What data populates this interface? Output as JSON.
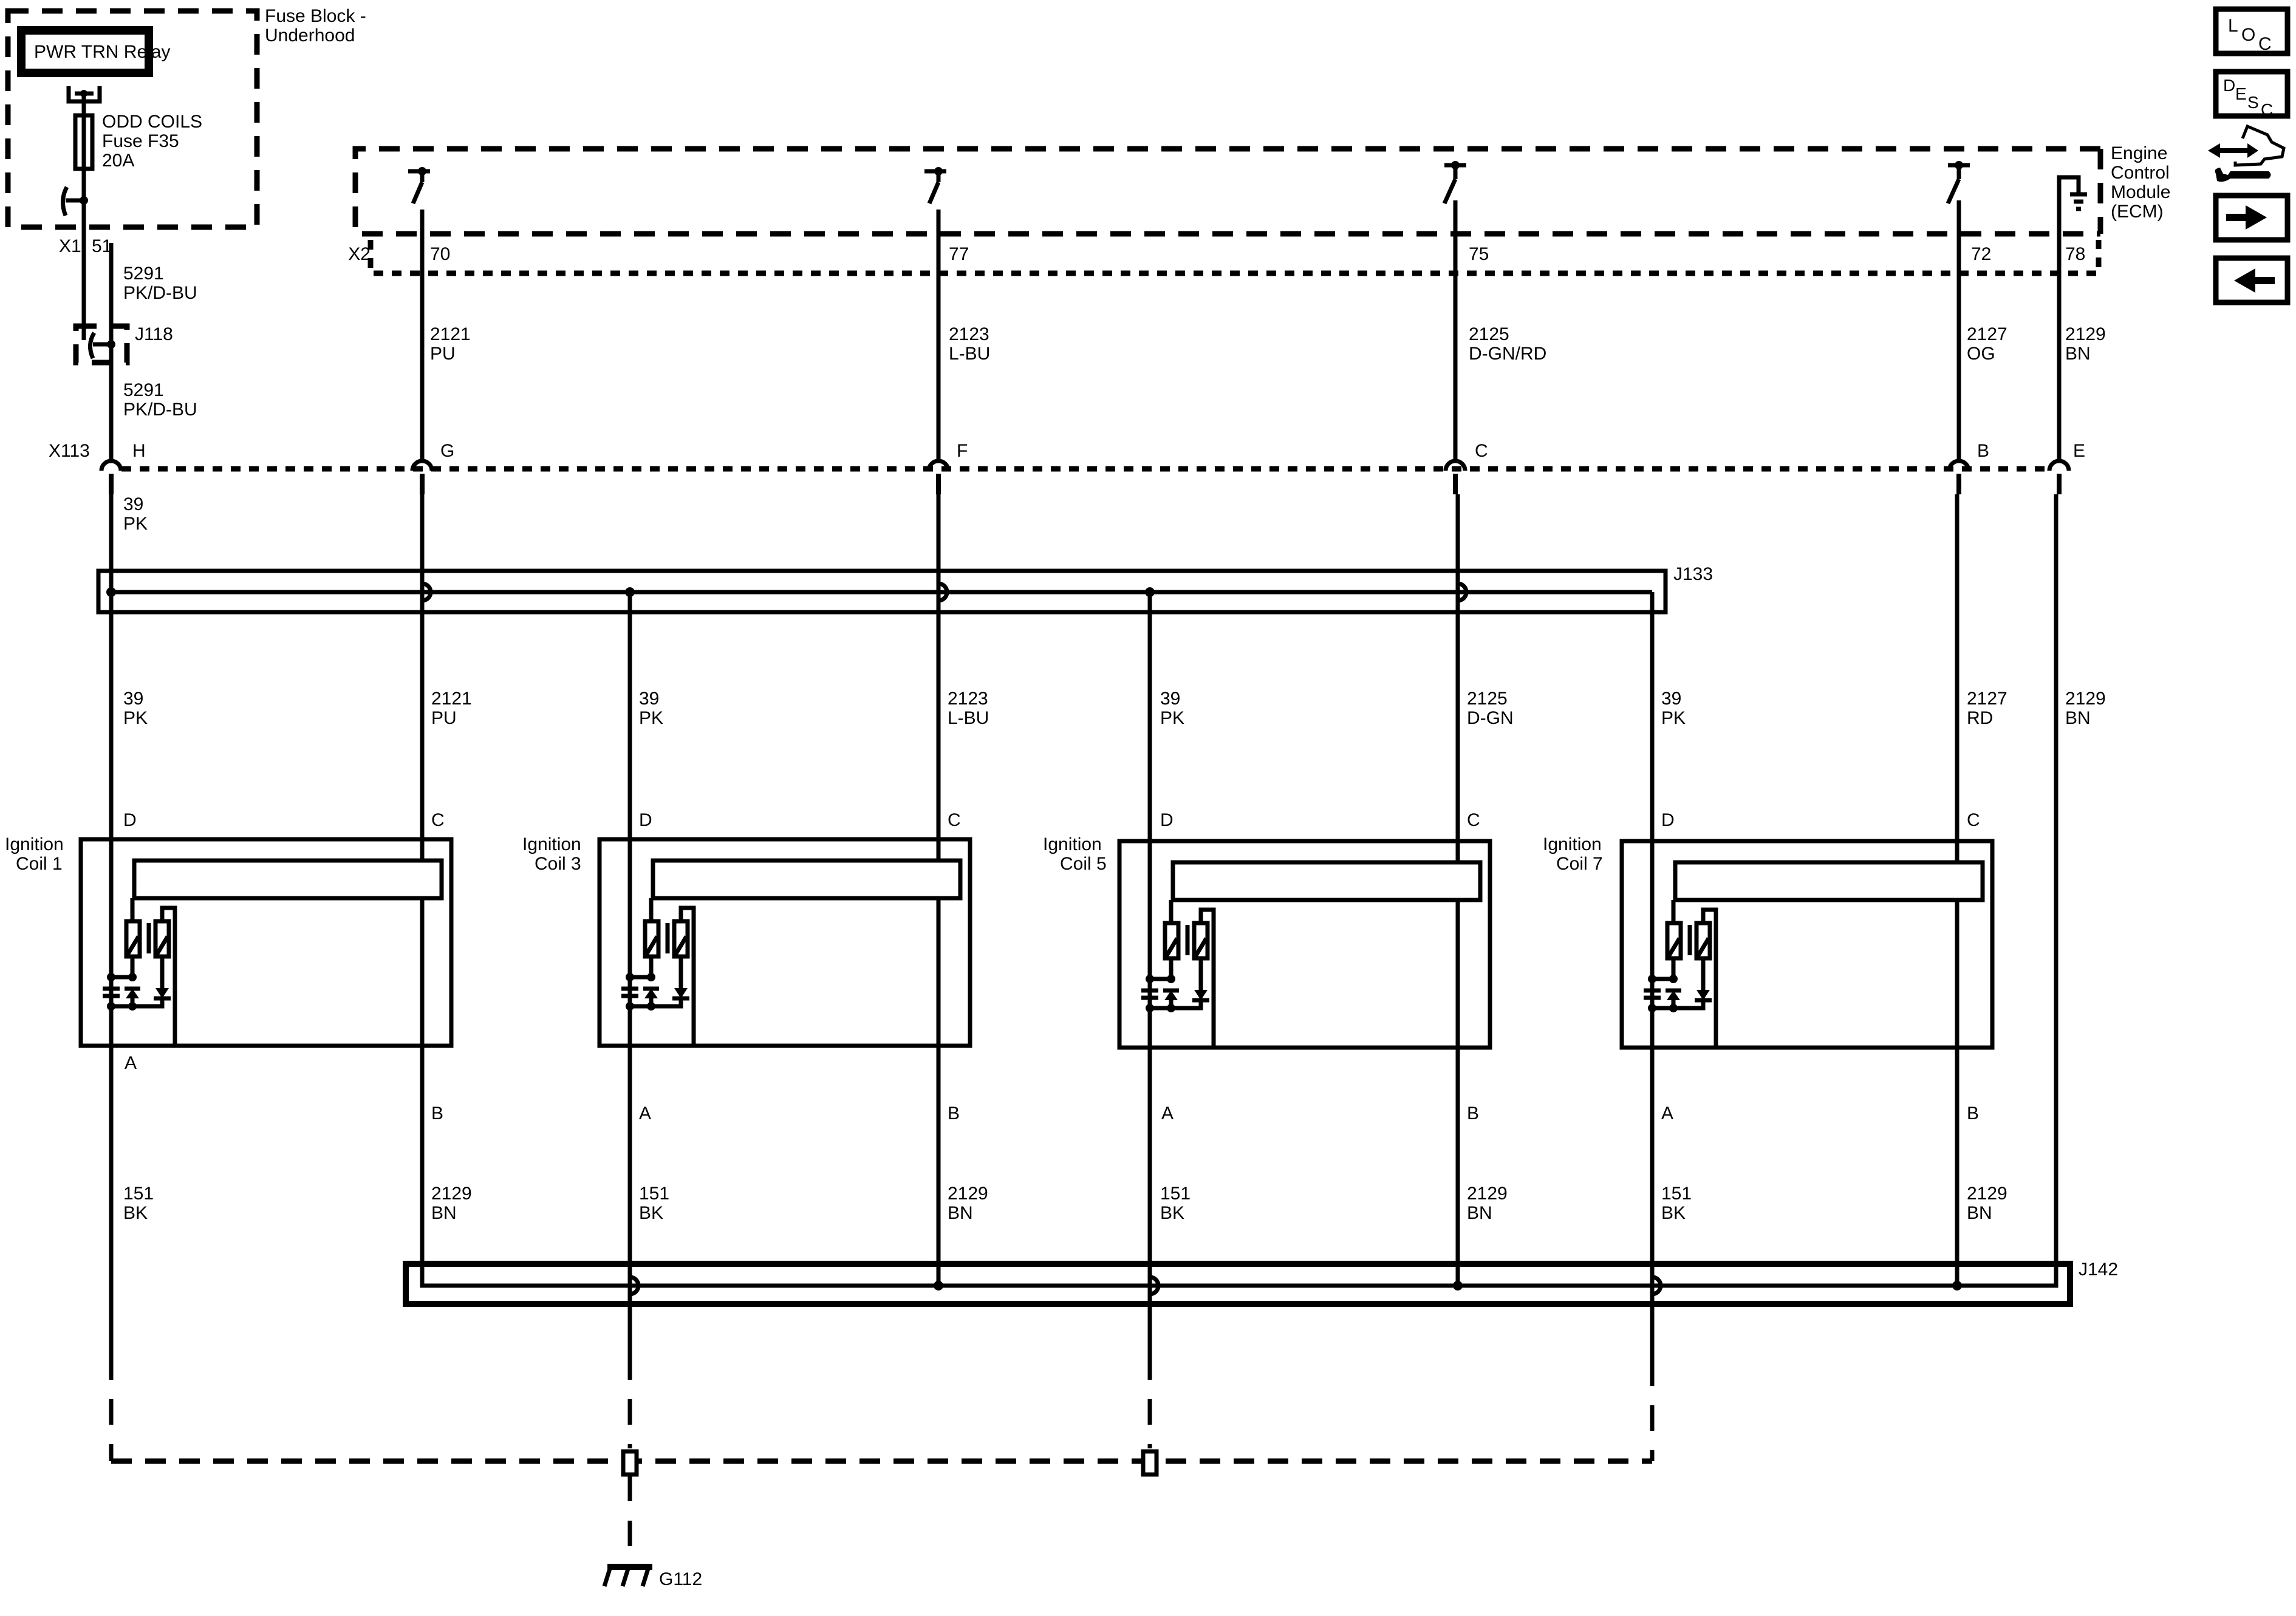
{
  "diagram": {
    "fuse_block": {
      "title_line1": "Fuse Block -",
      "title_line2": "Underhood",
      "relay_label": "PWR TRN Relay",
      "fuse_line1": "ODD COILS",
      "fuse_line2": "Fuse F35",
      "fuse_line3": "20A",
      "connector": "X1",
      "pin": "51"
    },
    "ecm": {
      "title_line1": "Engine",
      "title_line2": "Control",
      "title_line3": "Module",
      "title_line4": "(ECM)",
      "connector": "X2",
      "pins": [
        "70",
        "77",
        "75",
        "72",
        "78"
      ]
    },
    "upper_wires": [
      {
        "circuit": "5291",
        "color": "PK/D-BU"
      },
      {
        "circuit": "5291",
        "color": "PK/D-BU"
      },
      {
        "circuit": "2121",
        "color": "PU"
      },
      {
        "circuit": "2123",
        "color": "L-BU"
      },
      {
        "circuit": "2125",
        "color": "D-GN/RD"
      },
      {
        "circuit": "2127",
        "color": "OG"
      },
      {
        "circuit": "2129",
        "color": "BN"
      }
    ],
    "splice_j118": "J118",
    "x113": {
      "connector": "X113",
      "pins": [
        "H",
        "G",
        "F",
        "C",
        "B",
        "E"
      ]
    },
    "below_x113": {
      "circuit": "39",
      "color": "PK"
    },
    "splice_j133": "J133",
    "splice_j142": "J142",
    "mid_wires": [
      {
        "circuit": "39",
        "color": "PK"
      },
      {
        "circuit": "2121",
        "color": "PU"
      },
      {
        "circuit": "39",
        "color": "PK"
      },
      {
        "circuit": "2123",
        "color": "L-BU"
      },
      {
        "circuit": "39",
        "color": "PK"
      },
      {
        "circuit": "2125",
        "color": "D-GN"
      },
      {
        "circuit": "39",
        "color": "PK"
      },
      {
        "circuit": "2127",
        "color": "RD"
      },
      {
        "circuit": "2129",
        "color": "BN"
      }
    ],
    "coils": [
      {
        "line1": "Ignition",
        "line2": "Coil 1",
        "pin_top_left": "D",
        "pin_top_right": "C",
        "pin_bot_left": "A",
        "pin_bot_right": "B"
      },
      {
        "line1": "Ignition",
        "line2": "Coil 3",
        "pin_top_left": "D",
        "pin_top_right": "C",
        "pin_bot_left": "A",
        "pin_bot_right": "B"
      },
      {
        "line1": "Ignition",
        "line2": "Coil 5",
        "pin_top_left": "D",
        "pin_top_right": "C",
        "pin_bot_left": "A",
        "pin_bot_right": "B"
      },
      {
        "line1": "Ignition",
        "line2": "Coil 7",
        "pin_top_left": "D",
        "pin_top_right": "C",
        "pin_bot_left": "A",
        "pin_bot_right": "B"
      }
    ],
    "lower_wires": [
      {
        "circuit": "151",
        "color": "BK"
      },
      {
        "circuit": "2129",
        "color": "BN"
      },
      {
        "circuit": "151",
        "color": "BK"
      },
      {
        "circuit": "2129",
        "color": "BN"
      },
      {
        "circuit": "151",
        "color": "BK"
      },
      {
        "circuit": "2129",
        "color": "BN"
      },
      {
        "circuit": "151",
        "color": "BK"
      },
      {
        "circuit": "2129",
        "color": "BN"
      }
    ],
    "ground": "G112"
  },
  "nav": {
    "loc": {
      "l1": "L",
      "l2": "O",
      "l3": "C"
    },
    "desc": {
      "l1": "D",
      "l2": "E",
      "l3": "S",
      "l4": "C"
    },
    "connector_end_view": "connector-end-view-icon",
    "next": "arrow-right",
    "prev": "arrow-left"
  }
}
